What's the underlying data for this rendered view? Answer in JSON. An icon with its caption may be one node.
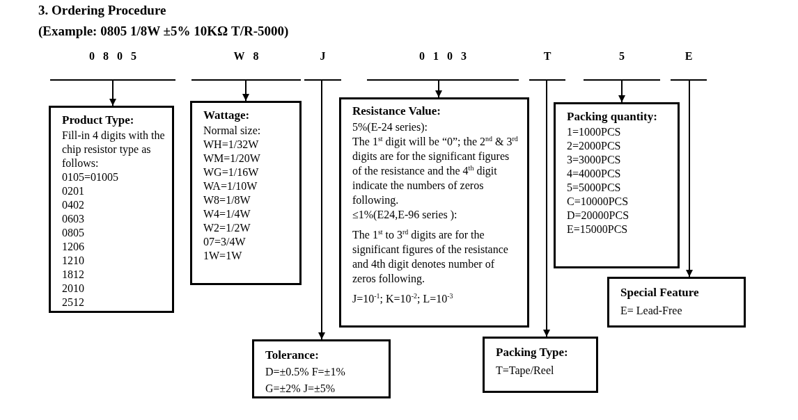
{
  "diagram": {
    "title": "3. Ordering Procedure",
    "nodes": [
      {
        "text": [
          "0805"
        ]
      },
      {
        "text": [
          "W8"
        ]
      },
      {
        "text": [
          "J"
        ]
      },
      {
        "text": [
          "0103"
        ]
      },
      {
        "text": [
          "T"
        ]
      },
      {
        "text": [
          "5"
        ]
      },
      {
        "text": [
          "E"
        ]
      },
      {
        "text": [
          "Product Type:",
          "Fill-in 4 digits with the chip resistor type as follows:",
          "0105=01005",
          "0201",
          "0402",
          "0603",
          "0805",
          "1206",
          "1210",
          "1812",
          "2010",
          "2512"
        ]
      },
      {
        "text": [
          "Wattage:",
          "Normal size:",
          "WH=1/32W",
          "WM=1/20W",
          "WG=1/16W",
          "WA=1/10W",
          "W8=1/8W",
          "W4=1/4W",
          "W2=1/2W",
          "07=3/4W",
          "1W=1W"
        ]
      },
      {
        "text": [
          "Resistance Value:",
          "5%(E-24 series):",
          "The 1$^{st}$ digit will be “0”; the 2$^{nd}$ & 3$^{rd}$ digits are for the significant figures of the resistance and the 4$^{th}$ digit indicate the numbers of zeros following.",
          "≤1%(E24,E-96 series ):",
          "The 1$^{st}$ to 3$^{rd}$ digits are for the significant figures of the resistance and 4th digit denotes number of zeros following.",
          "J=10$^{-1}$; K=10$^{-2}$; L=10$^{-3}$"
        ]
      },
      {
        "text": [
          "Packing quantity:",
          "1=1000PCS",
          "2=2000PCS",
          "3=3000PCS",
          "4=4000PCS",
          "5=5000PCS",
          "C=10000PCS",
          "D=20000PCS",
          "E=15000PCS"
        ]
      },
      {
        "text": [
          "Special Feature",
          "E= Lead-Free"
        ]
      },
      {
        "text": [
          "Tolerance:",
          "D=±0.5%  F=±1%",
          "G=±2%   J=±5%"
        ]
      },
      {
        "text": [
          "Packing Type:",
          "T=Tape/Reel"
        ]
      }
    ],
    "edges": [
      {
        "from": 0,
        "to": 7,
        "arrow": "to"
      },
      {
        "from": 1,
        "to": 8,
        "arrow": "to"
      },
      {
        "from": 2,
        "to": 12,
        "arrow": "to"
      },
      {
        "from": 3,
        "to": 9,
        "arrow": "to"
      },
      {
        "from": 4,
        "to": 13,
        "arrow": "to"
      },
      {
        "from": 5,
        "to": 10,
        "arrow": "to"
      },
      {
        "from": 6,
        "to": 11,
        "arrow": "to"
      }
    ],
    "labels": [
      "(Example: 0805 1/8W ±5% 10KΩ T/R-5000)"
    ]
  }
}
